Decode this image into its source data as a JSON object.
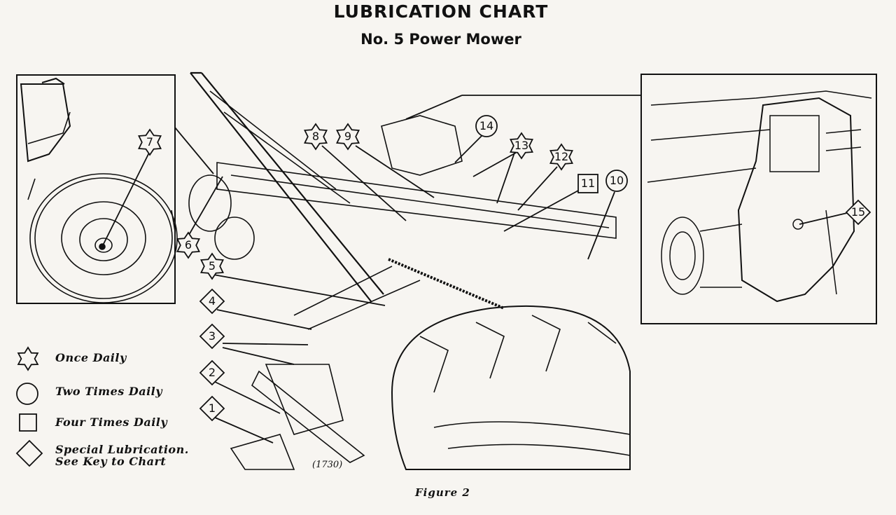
{
  "title": "LUBRICATION CHART",
  "subtitle": "No. 5 Power Mower",
  "legend": {
    "star": "Once Daily",
    "circle": "Two Times Daily",
    "square": "Four Times Daily",
    "diamond_line1": "Special Lubrication.",
    "diamond_line2": "See Key to Chart"
  },
  "drawing_code": "(1730)",
  "caption": "Figure 2",
  "points": [
    {
      "label": "1",
      "symbol": "diamond"
    },
    {
      "label": "2",
      "symbol": "diamond"
    },
    {
      "label": "3",
      "symbol": "diamond"
    },
    {
      "label": "4",
      "symbol": "diamond"
    },
    {
      "label": "5",
      "symbol": "star"
    },
    {
      "label": "6",
      "symbol": "star"
    },
    {
      "label": "7",
      "symbol": "star"
    },
    {
      "label": "8",
      "symbol": "star"
    },
    {
      "label": "9",
      "symbol": "star"
    },
    {
      "label": "10",
      "symbol": "circle"
    },
    {
      "label": "11",
      "symbol": "square"
    },
    {
      "label": "12",
      "symbol": "star"
    },
    {
      "label": "13",
      "symbol": "star"
    },
    {
      "label": "14",
      "symbol": "circle"
    },
    {
      "label": "15",
      "symbol": "diamond"
    }
  ]
}
